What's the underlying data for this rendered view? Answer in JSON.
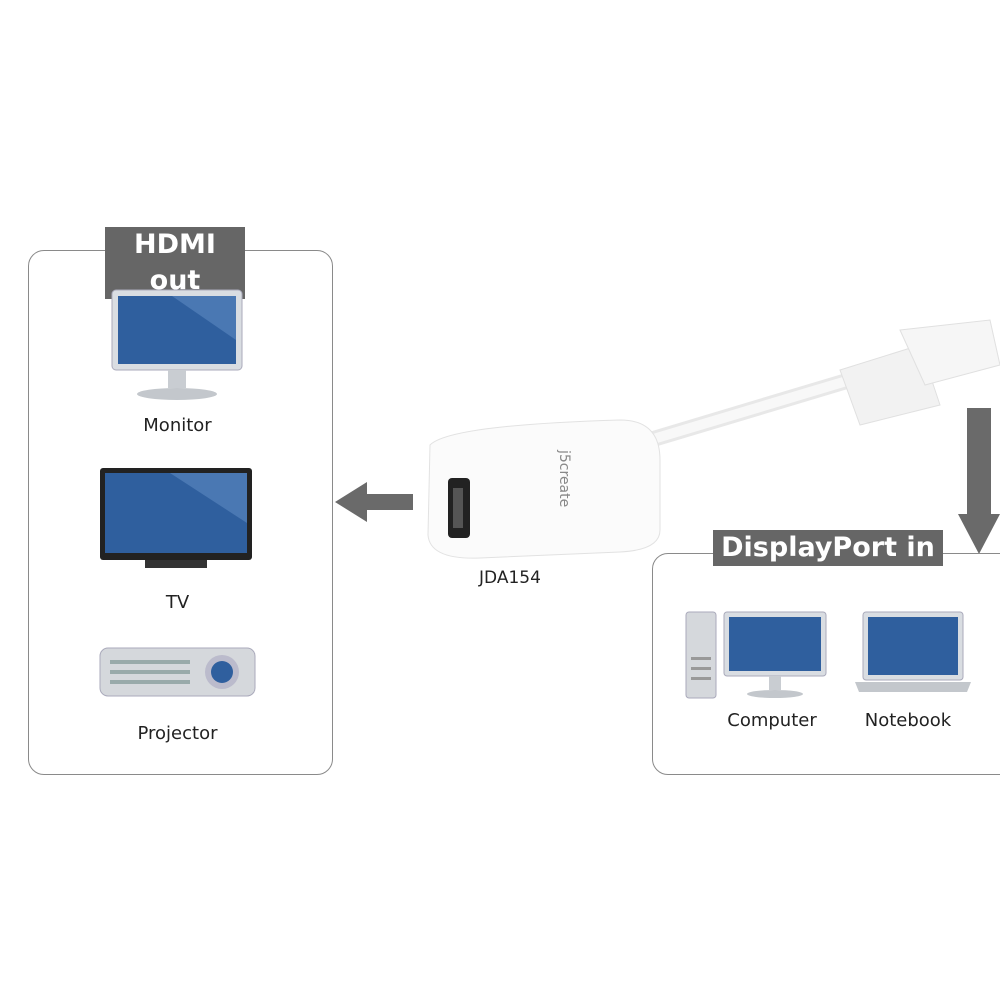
{
  "hdmi_out": {
    "title": "HDMI out",
    "devices": [
      "Monitor",
      "TV",
      "Projector"
    ]
  },
  "adapter": {
    "model": "JDA154",
    "brand_logo": "j5create"
  },
  "displayport_in": {
    "title": "DisplayPort in",
    "devices": [
      "Computer",
      "Notebook"
    ]
  },
  "colors": {
    "tag": "#666666",
    "screen": "#2f5f9e",
    "border": "#8a8a8a"
  }
}
